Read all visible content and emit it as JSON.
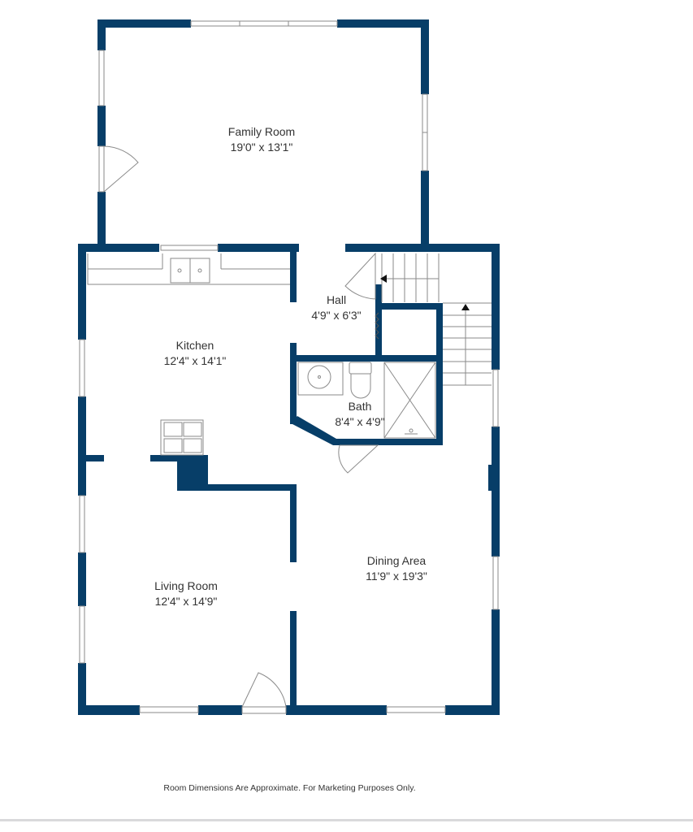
{
  "colors": {
    "wall": "#073E68",
    "fixture_line": "#8a8a8a",
    "label_text": "#333333",
    "background": "#ffffff"
  },
  "rooms": [
    {
      "name": "Family Room",
      "dimensions": "19'0\" x 13'1\""
    },
    {
      "name": "Kitchen",
      "dimensions": "12'4\" x 14'1\""
    },
    {
      "name": "Hall",
      "dimensions": "4'9\" x 6'3\""
    },
    {
      "name": "Bath",
      "dimensions": "8'4\" x 4'9\""
    },
    {
      "name": "Living Room",
      "dimensions": "12'4\" x 14'9\""
    },
    {
      "name": "Dining Area",
      "dimensions": "11'9\" x 19'3\""
    }
  ],
  "fixtures": {
    "icons": [
      "double-sink-icon",
      "range-stove-icon",
      "round-sink-icon",
      "toilet-icon",
      "shower-icon",
      "stairs-icon",
      "door-swing-icon",
      "window-icon"
    ]
  },
  "footer": {
    "disclaimer": "Room Dimensions Are Approximate. For Marketing Purposes Only."
  }
}
